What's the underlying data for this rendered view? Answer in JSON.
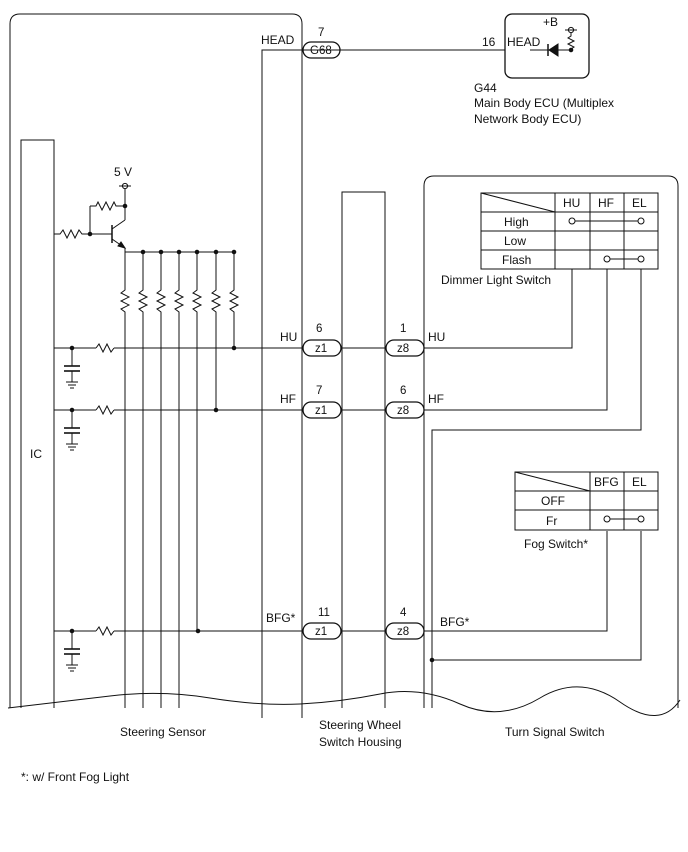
{
  "ecu": {
    "plus_b": "+B",
    "pin": "16",
    "pin_label": "HEAD",
    "code": "G44",
    "name_line1": "Main Body ECU (Multiplex",
    "name_line2": "Network Body ECU)"
  },
  "steering_sensor": {
    "title": "Steering Sensor",
    "ic_label": "IC",
    "voltage": "5 V",
    "head_label": "HEAD",
    "head_pin": "7",
    "head_connector": "G68",
    "signals": [
      {
        "label": "HU",
        "pin": "6",
        "connector": "z1"
      },
      {
        "label": "HF",
        "pin": "7",
        "connector": "z1"
      },
      {
        "label": "BFG*",
        "pin": "11",
        "connector": "z1"
      }
    ]
  },
  "housing": {
    "title_line1": "Steering Wheel",
    "title_line2": "Switch Housing"
  },
  "turn_signal_switch": {
    "title": "Turn Signal Switch",
    "signals": [
      {
        "label": "HU",
        "pin": "1",
        "connector": "z8"
      },
      {
        "label": "HF",
        "pin": "6",
        "connector": "z8"
      },
      {
        "label": "BFG*",
        "pin": "4",
        "connector": "z8"
      }
    ]
  },
  "dimmer_switch": {
    "title": "Dimmer Light Switch",
    "columns": [
      "HU",
      "HF",
      "EL"
    ],
    "rows": [
      "High",
      "Low",
      "Flash"
    ]
  },
  "fog_switch": {
    "title": "Fog Switch*",
    "columns": [
      "BFG",
      "EL"
    ],
    "rows": [
      "OFF",
      "Fr"
    ]
  },
  "footnote": "*: w/ Front Fog Light"
}
